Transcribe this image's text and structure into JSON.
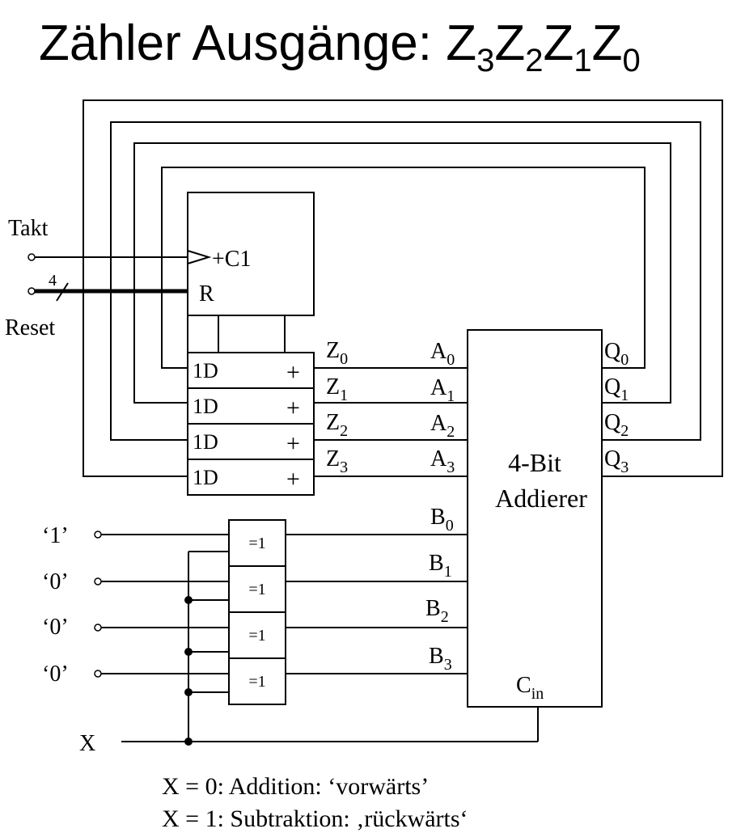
{
  "title": {
    "main": "Zähler Ausgänge: Z",
    "sub3": "3",
    "z2": "Z",
    "sub2": "2",
    "z1": "Z",
    "sub1": "1",
    "z0": "Z",
    "sub0": "0"
  },
  "inputs": {
    "takt": "Takt",
    "reset": "Reset",
    "reset_bus_width": "4",
    "x": "X",
    "b_constants": [
      "‘1’",
      "‘0’",
      "‘0’",
      "‘0’"
    ]
  },
  "register": {
    "clock_label": "+C1",
    "reset_label": "R",
    "cells": [
      {
        "d": "1D",
        "q": "+"
      },
      {
        "d": "1D",
        "q": "+"
      },
      {
        "d": "1D",
        "q": "+"
      },
      {
        "d": "1D",
        "q": "+"
      }
    ]
  },
  "z_labels": [
    {
      "name": "Z",
      "sub": "0"
    },
    {
      "name": "Z",
      "sub": "1"
    },
    {
      "name": "Z",
      "sub": "2"
    },
    {
      "name": "Z",
      "sub": "3"
    }
  ],
  "xor_gates": [
    "=1",
    "=1",
    "=1",
    "=1"
  ],
  "adder": {
    "label_line1": "4-Bit",
    "label_line2": "Addierer",
    "a_inputs": [
      {
        "name": "A",
        "sub": "0"
      },
      {
        "name": "A",
        "sub": "1"
      },
      {
        "name": "A",
        "sub": "2"
      },
      {
        "name": "A",
        "sub": "3"
      }
    ],
    "b_inputs": [
      {
        "name": "B",
        "sub": "0"
      },
      {
        "name": "B",
        "sub": "1"
      },
      {
        "name": "B",
        "sub": "2"
      },
      {
        "name": "B",
        "sub": "3"
      }
    ],
    "outputs": [
      {
        "name": "Q",
        "sub": "0"
      },
      {
        "name": "Q",
        "sub": "1"
      },
      {
        "name": "Q",
        "sub": "2"
      },
      {
        "name": "Q",
        "sub": "3"
      }
    ],
    "carry_in": {
      "name": "C",
      "sub": "in"
    }
  },
  "legend": [
    "X = 0: Addition:   ‘vorwärts’",
    "X = 1: Subtraktion: ‚rückwärts‘"
  ]
}
